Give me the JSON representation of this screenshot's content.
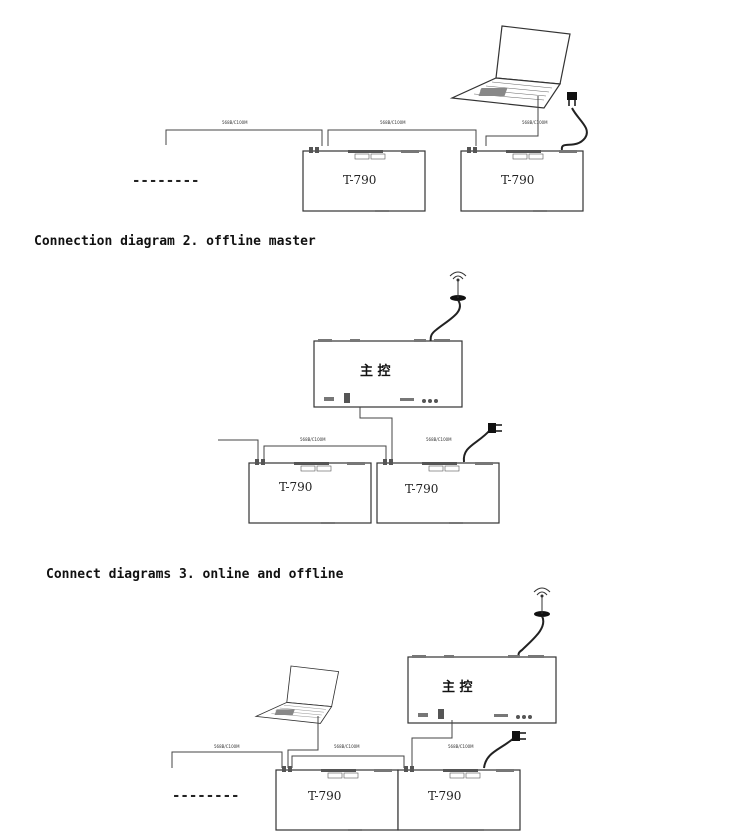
{
  "captions": {
    "diagram2": "Connection diagram 2. offline master",
    "diagram3": "Connect diagrams 3. online and offline"
  },
  "device": {
    "model": "T-790",
    "master": "主 控"
  },
  "cable_label": "568B/C100M",
  "ellipsis": "--------"
}
